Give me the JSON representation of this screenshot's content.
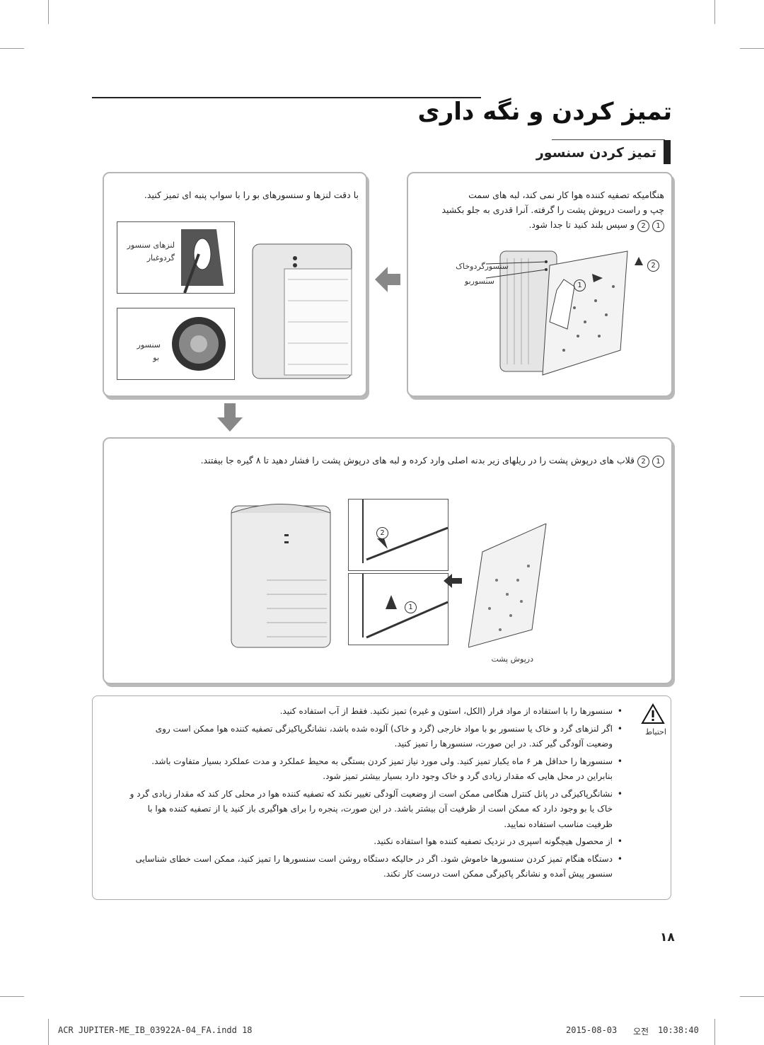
{
  "page": {
    "title": "تمیز کردن و نگه داری",
    "subtitle": "تمیز کردن سنسور",
    "page_number": "۱۸"
  },
  "step1": {
    "line1": "هنگامیکه تصفیه کننده هوا کار نمی کند، لبه های سمت",
    "line2": "چپ و راست درپوش پشت را گرفته. آنرا قدری به جلو بکشید",
    "line3": "و سپس بلند کنید تا جدا شود.",
    "n1": "1",
    "n2": "2",
    "label_dust_sensor": "سنسورگردوخاک",
    "label_odor_sensor": "سنسوربو",
    "marker1": "1",
    "marker2": "2"
  },
  "step2": {
    "text": "با دقت لنزها و سنسورهای بو را با سواپ پنبه ای تمیز کنید.",
    "label_lens": "لنزهای سنسور",
    "label_lens2": "گردوغبار",
    "label_odor": "سنسور",
    "label_odor2": "بو"
  },
  "step3": {
    "text": "قلاب های درپوش پشت را در ریلهای زیر بدنه اصلی وارد کرده و لبه های درپوش پشت را فشار دهید تا ۸ گیره جا بیفتند.",
    "n1": "1",
    "n2": "2",
    "marker1": "1",
    "marker2": "2",
    "label_back_cover": "درپوش پشت"
  },
  "caution": {
    "label": "احتیاط",
    "items": [
      "سنسورها را با استفاده از مواد فرار (الکل، استون و غیره) تمیز نکنید. فقط از آب استفاده کنید.",
      "اگر لنزهای گرد و خاک یا سنسور بو با مواد خارجی (گرد و خاک) آلوده شده باشد، نشانگرپاکیزگی تصفیه کننده هوا ممکن است روی وضعیت آلودگی گیر کند. در این صورت، سنسورها را تمیز کنید.",
      "سنسورها را حداقل هر ۶ ماه یکبار تمیز کنید. ولی مورد نیاز تمیز کردن بستگی به محیط عملکرد و مدت عملکرد بسیار متفاوت باشد. بنابراین در محل هایی که مقدار زیادی گرد و خاک وجود دارد بسیار بیشتر تمیز شود.",
      "نشانگرپاکیزگی در پانل کنترل هنگامی ممکن است از وضعیت آلودگی تغییر نکند که تصفیه کننده هوا در محلی کار کند که مقدار زیادی گرد و خاک یا بو وجود دارد که ممکن است از ظرفیت آن بیشتر باشد. در این صورت، پنجره را برای هواگیری باز کنید یا از تصفیه کننده هوا با ظرفیت مناسب استفاده نمایید.",
      "از محصول هیچگونه اسپری در نزدیک تصفیه کننده هوا استفاده نکنید.",
      "دستگاه هنگام تمیز کردن سنسورها خاموش شود. اگر در حالیکه دستگاه روشن است سنسورها را تمیز کنید، ممکن است خطای شناسایی سنسور پیش آمده و نشانگر پاکیزگی ممکن است درست کار نکند."
    ]
  },
  "footer": {
    "file": "ACR JUPITER-ME_IB_03922A-04_FA.indd   18",
    "date": "2015-08-03",
    "ampm": "오전",
    "time": "10:38:40"
  },
  "icons": [
    "arrow-left-icon",
    "arrow-down-icon",
    "warning-triangle-icon"
  ]
}
